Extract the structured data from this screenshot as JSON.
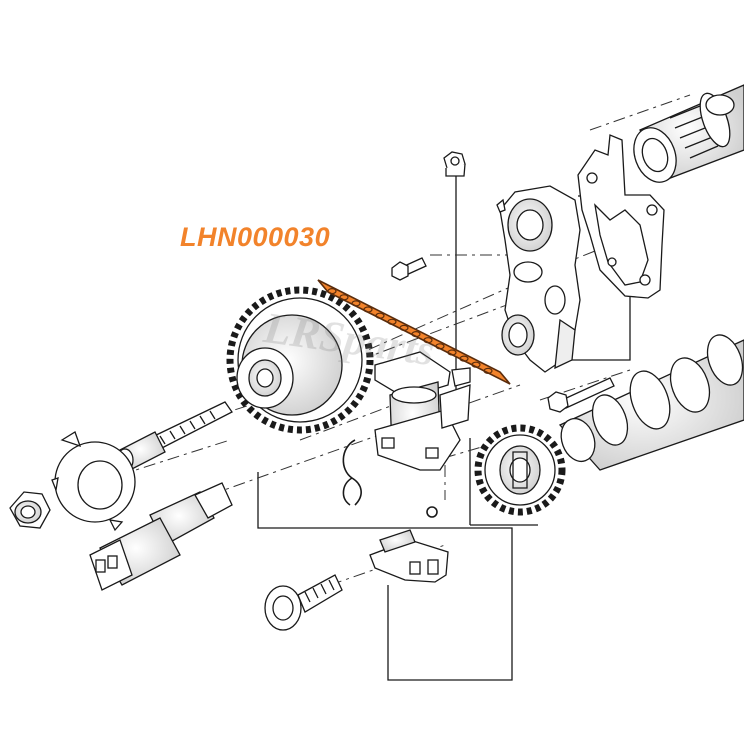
{
  "diagram": {
    "part_number": "LHN000030",
    "watermark_text": "LRSparts",
    "colors": {
      "highlight": "#f2832b",
      "highlight_stroke": "#5a2c0c",
      "line": "#1a1a1a",
      "background": "#ffffff",
      "part_fill": "#ffffff",
      "shade": "#d8d8d8"
    },
    "parts": [
      "sprocket-left",
      "sprocket-right",
      "timing-chain",
      "chain-tensioner",
      "tensioner-bracket",
      "cylinder-head-housing",
      "gasket",
      "camshaft-upper",
      "camshaft-lower",
      "bolt-long",
      "bolt-short",
      "stud",
      "nut-top",
      "nut-left",
      "washer",
      "phaser-sensor",
      "spring-clip",
      "flange-bolt"
    ]
  }
}
